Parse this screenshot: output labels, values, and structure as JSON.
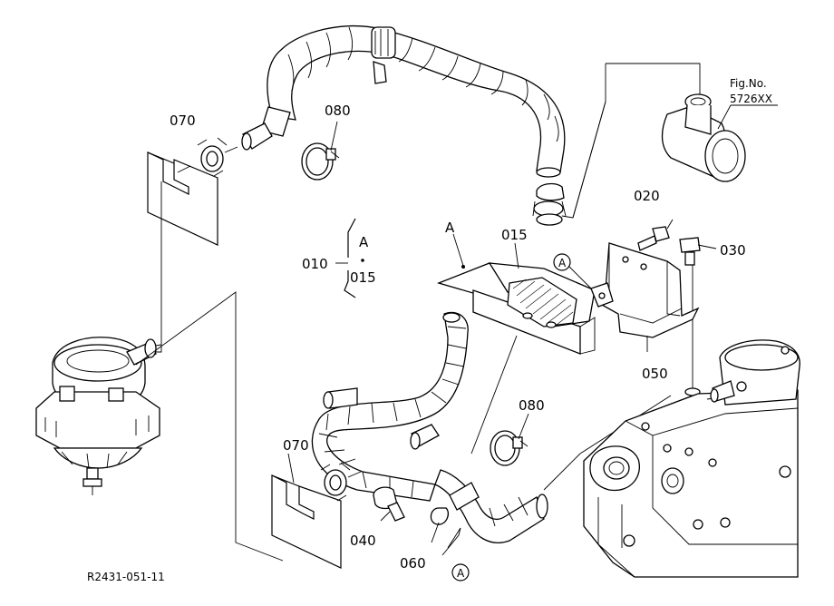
{
  "labels": {
    "p070_top": "070",
    "p080_top": "080",
    "p010": "010",
    "pA_group": "A",
    "p015_group": "015",
    "pA_arrow": "A",
    "p015_right": "015",
    "p020": "020",
    "p030": "030",
    "p050": "050",
    "p080_bottom": "080",
    "p070_bottom": "070",
    "p040": "040",
    "p060": "060",
    "circle_A_top": "A",
    "circle_A_bottom": "A",
    "fig_no_label": "Fig.No.",
    "fig_no_value": "5726XX",
    "drawing_code": "R2431-051-11"
  }
}
